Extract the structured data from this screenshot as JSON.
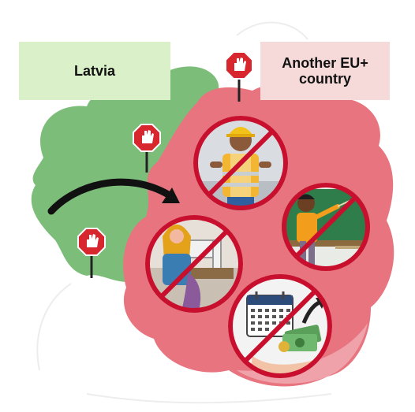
{
  "labels": {
    "latvia": "Latvia",
    "other_country_line1": "Another EU+",
    "other_country_line2": "country"
  },
  "colors": {
    "latvia_region": "#7dbd7a",
    "other_region": "#e7747f",
    "other_region_light": "#f2b7bc",
    "latvia_label_bg": "#d9f0c9",
    "other_label_bg": "#f6d9d9",
    "prohibition_red": "#c8102e",
    "stop_sign_red": "#d7262e",
    "arrow": "#111111"
  },
  "icons": [
    "stop-sign-icon",
    "construction-worker-icon",
    "teacher-icon",
    "seamstress-icon",
    "calendar-money-icon",
    "prohibition-icon",
    "curved-arrow-icon"
  ]
}
